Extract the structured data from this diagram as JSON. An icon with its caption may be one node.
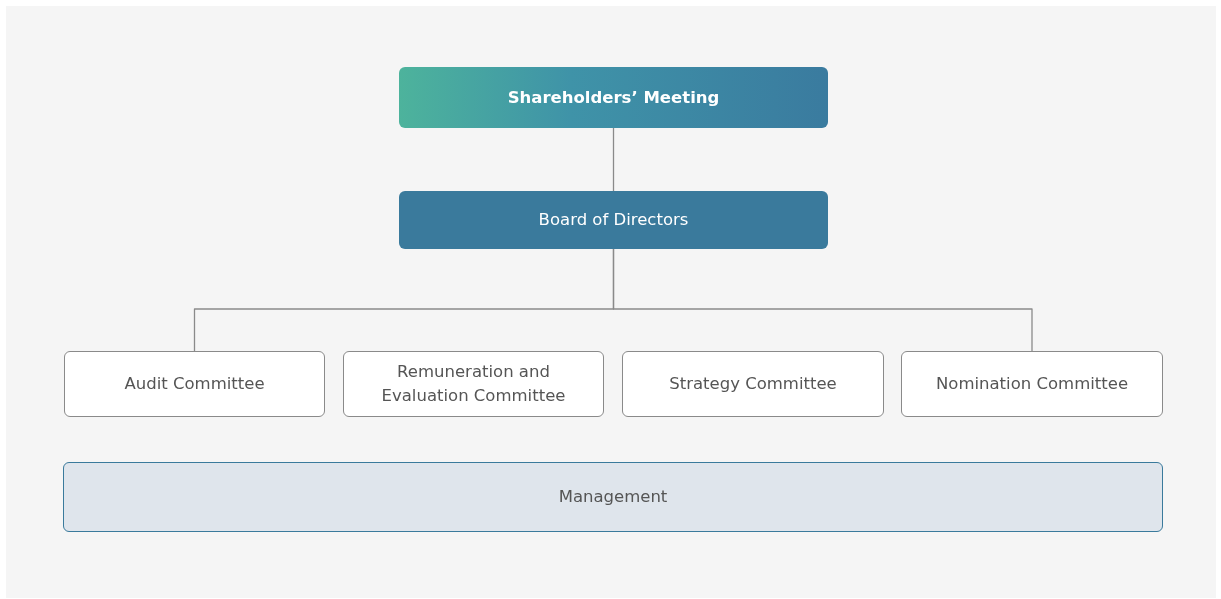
{
  "diagram": {
    "nodes": [
      {
        "text": [
          "Shareholders’ Meeting"
        ]
      },
      {
        "text": [
          "Board of Directors"
        ]
      },
      {
        "text": [
          "Audit Committee"
        ]
      },
      {
        "text": [
          "Remuneration and Evaluation Committee"
        ]
      },
      {
        "text": [
          "Strategy Committee"
        ]
      },
      {
        "text": [
          "Nomination Committee"
        ]
      },
      {
        "text": [
          "Management"
        ]
      }
    ],
    "edges": [
      {
        "from": 0,
        "to": 1,
        "arrow": "none"
      },
      {
        "from": 1,
        "to": 2,
        "arrow": "none"
      },
      {
        "from": 1,
        "to": 5,
        "arrow": "none"
      }
    ]
  }
}
